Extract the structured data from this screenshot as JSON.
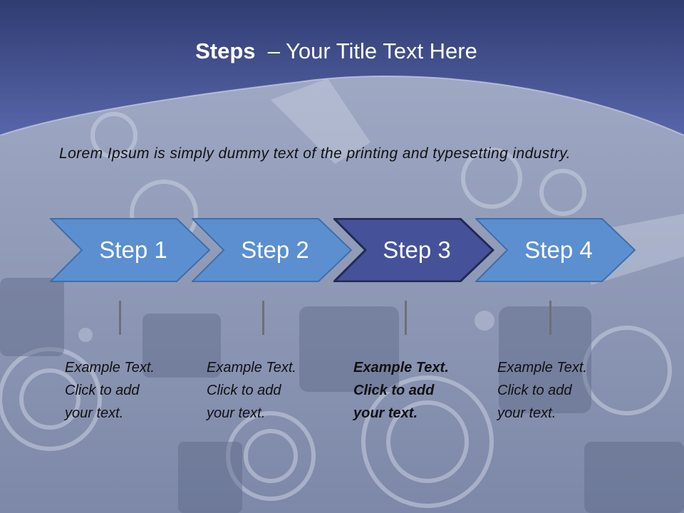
{
  "title": {
    "bold": "Steps",
    "rest": "  – Your Title Text Here"
  },
  "intro_text": "Lorem Ipsum is simply dummy text of the printing and typesetting industry.",
  "steps": [
    {
      "label": "Step 1",
      "active": false
    },
    {
      "label": "Step 2",
      "active": false
    },
    {
      "label": "Step 3",
      "active": true
    },
    {
      "label": "Step 4",
      "active": false
    }
  ],
  "notes": [
    {
      "text": "Example Text.\nClick  to add\nyour text.",
      "bold": false
    },
    {
      "text": "Example Text.\nClick  to add\nyour text.",
      "bold": false
    },
    {
      "text": "Example Text.\nClick  to add\nyour text.",
      "bold": true
    },
    {
      "text": "Example Text.\nClick  to add\nyour text.",
      "bold": false
    }
  ],
  "colors": {
    "header_blue": "#44549a",
    "step_blue": "#5b8fd0",
    "step_active": "#45529a",
    "step_outline": "#3f6eaa"
  }
}
